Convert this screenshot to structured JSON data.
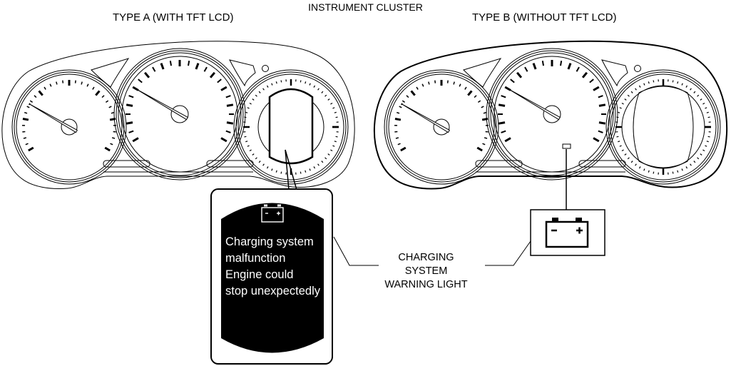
{
  "diagram": {
    "title": "INSTRUMENT CLUSTER",
    "variants": [
      {
        "label": "TYPE A (WITH TFT LCD)"
      },
      {
        "label": "TYPE B (WITHOUT TFT LCD)"
      }
    ],
    "lcd_message": {
      "icon": "battery-icon",
      "lines": [
        "Charging system",
        "malfunction",
        "Engine could",
        "stop unexpectedly"
      ]
    },
    "callout": {
      "lines": [
        "CHARGING",
        "SYSTEM",
        "WARNING LIGHT"
      ],
      "icon": "battery-icon"
    },
    "colors": {
      "line": "#000000",
      "background": "#ffffff",
      "lcd_text": "#ffffff"
    }
  }
}
